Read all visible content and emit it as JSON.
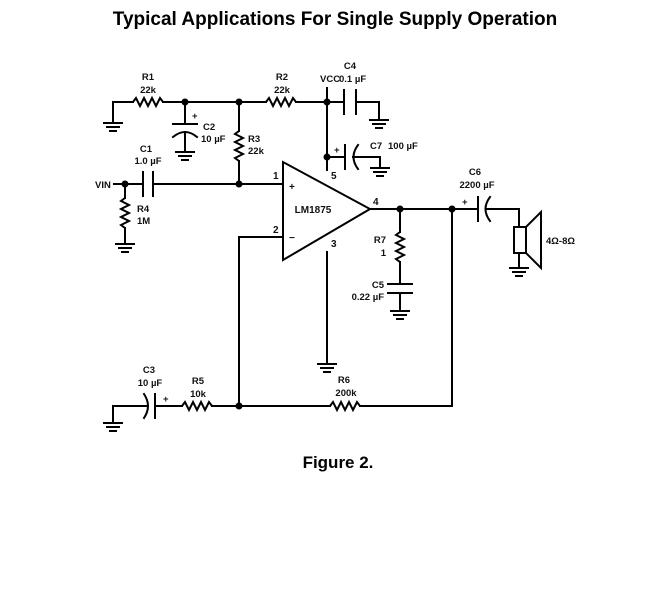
{
  "title": "Typical Applications For Single Supply Operation",
  "caption": "Figure 2.",
  "components": {
    "R1": {
      "name": "R1",
      "value": "22k"
    },
    "R2": {
      "name": "R2",
      "value": "22k"
    },
    "R3": {
      "name": "R3",
      "value": "22k"
    },
    "R4": {
      "name": "R4",
      "value": "1M"
    },
    "R5": {
      "name": "R5",
      "value": "10k"
    },
    "R6": {
      "name": "R6",
      "value": "200k"
    },
    "R7": {
      "name": "R7",
      "value": "1"
    },
    "C1": {
      "name": "C1",
      "value": "1.0 µF"
    },
    "C2": {
      "name": "C2",
      "value": "10 µF"
    },
    "C3": {
      "name": "C3",
      "value": "10 µF"
    },
    "C4": {
      "name": "C4",
      "value": "0.1 µF"
    },
    "C5": {
      "name": "C5",
      "value": "0.22 µF"
    },
    "C6": {
      "name": "C6",
      "value": "2200 µF"
    },
    "C7": {
      "name": "C7",
      "value": "100 µF"
    },
    "IC": {
      "name": "LM1875"
    },
    "speaker": {
      "value": "4Ω-8Ω"
    }
  },
  "labels": {
    "vin": "VIN",
    "vcc": "VCC",
    "plus": "+",
    "minus": "−",
    "pins": {
      "p1": "1",
      "p2": "2",
      "p3": "3",
      "p4": "4",
      "p5": "5"
    }
  }
}
